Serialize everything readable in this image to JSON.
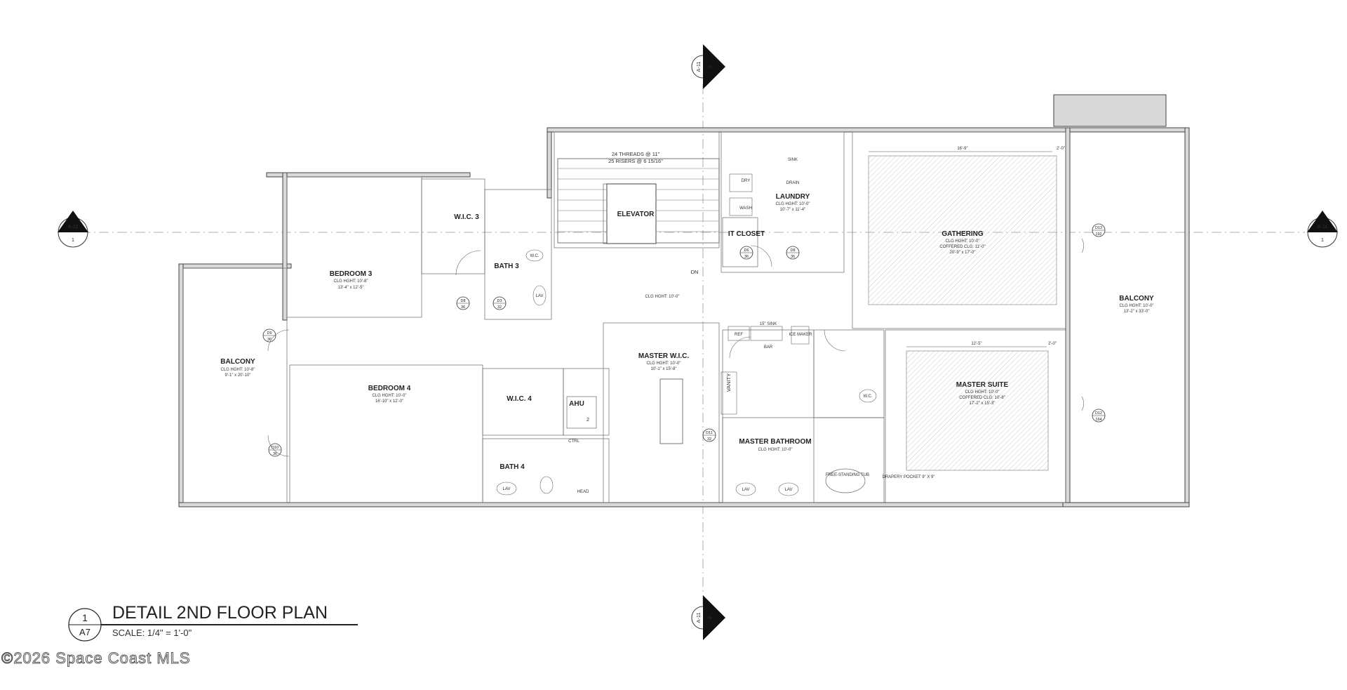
{
  "title": {
    "number": "1",
    "sheet": "A7",
    "name": "DETAIL 2ND FLOOR PLAN",
    "scale": "SCALE: 1/4\" = 1'-0\""
  },
  "watermark": "©2026 Space Coast MLS",
  "section_markers": {
    "top": {
      "sheet": "A-11",
      "num": "2"
    },
    "bottom": {
      "sheet": "A-11",
      "num": "2"
    },
    "left": {
      "sheet": "A-11",
      "num": "1"
    },
    "right": {
      "sheet": "A-11",
      "num": "1"
    }
  },
  "stairs": {
    "line1": "24 THREADS @ 11\"",
    "line2": "25 RISERS @ 6 15/16\"",
    "dn": "DN"
  },
  "rooms": {
    "bedroom3": {
      "name": "BEDROOM 3",
      "ceiling": "CLG HGHT: 10'-8\"",
      "size": "13'-4\" x 12'-5\""
    },
    "wic3": {
      "name": "W.I.C. 3"
    },
    "bath3": {
      "name": "BATH 3"
    },
    "elevator": {
      "name": "ELEVATOR"
    },
    "itcloset": {
      "name": "IT CLOSET"
    },
    "laundry": {
      "name": "LAUNDRY",
      "ceiling": "CLG HGHT: 10'-0\"",
      "size": "10'-7\" x 11'-4\""
    },
    "gathering": {
      "name": "GATHERING",
      "ceiling": "CLG HGHT: 10'-0\"",
      "coffered": "COFFERED CLG: 11'-0\"",
      "size": "20'-9\" x 17'-0\""
    },
    "hall": {
      "ceiling": "CLG HGHT: 10'-0\""
    },
    "balcony_left": {
      "name": "BALCONY",
      "ceiling": "CLG HGHT: 10'-8\"",
      "size": "9'-1\" x 20'-10\""
    },
    "bedroom4": {
      "name": "BEDROOM 4",
      "ceiling": "CLG HGHT: 10'-0\"",
      "size": "16'-10\" x 12'-0\""
    },
    "wic4": {
      "name": "W.I.C. 4"
    },
    "ahu": {
      "name": "AHU",
      "num": "2"
    },
    "bath4": {
      "name": "BATH 4"
    },
    "master_wic": {
      "name": "MASTER W.I.C.",
      "ceiling": "CLG HGHT: 10'-0\"",
      "size": "10'-1\" x 15'-8\""
    },
    "master_bath": {
      "name": "MASTER BATHROOM",
      "ceiling": "CLG HGHT: 10'-0\""
    },
    "master_suite": {
      "name": "MASTER SUITE",
      "ceiling": "CLG HGHT: 10'-0\"",
      "coffered": "COFFERED CLG: 10'-8\"",
      "size": "17'-2\" x 15'-3\""
    },
    "balcony_right": {
      "name": "BALCONY",
      "ceiling": "CLG HGHT: 10'-0\"",
      "size": "13'-2\" x 33'-0\""
    }
  },
  "fixtures": {
    "sink": "15\" SINK",
    "bar": "BAR",
    "ref": "REF",
    "ice": "ICE MAKER",
    "vanity": "VANITY",
    "tub": "FREE-STANDING TUB",
    "lav": "LAV",
    "wc": "W.C.",
    "dry": "DRY",
    "wash": "WASH",
    "drain": "DRAIN",
    "sink_l": "SINK",
    "head": "HEAD",
    "ctrl": "CTRL"
  },
  "dimensions": {
    "gath_width": "16'-9\"",
    "gath_right": "2'-0\"",
    "suite_width": "12'-5\"",
    "suite_right": "2'-0\"",
    "drapery": "DRAPERY POCKET 9\" X 9\""
  },
  "doors": {
    "d8": "D8",
    "d8v": "36",
    "d3": "D3",
    "d3v": "32",
    "d9": "D9",
    "d9v": "36",
    "d10": "D10",
    "d10v": "36",
    "d11": "D11",
    "d11v": "32",
    "d13": "D13",
    "d13v": "192",
    "d12": "D12",
    "d12v": "164",
    "d6": "D6",
    "d6v": "36"
  }
}
